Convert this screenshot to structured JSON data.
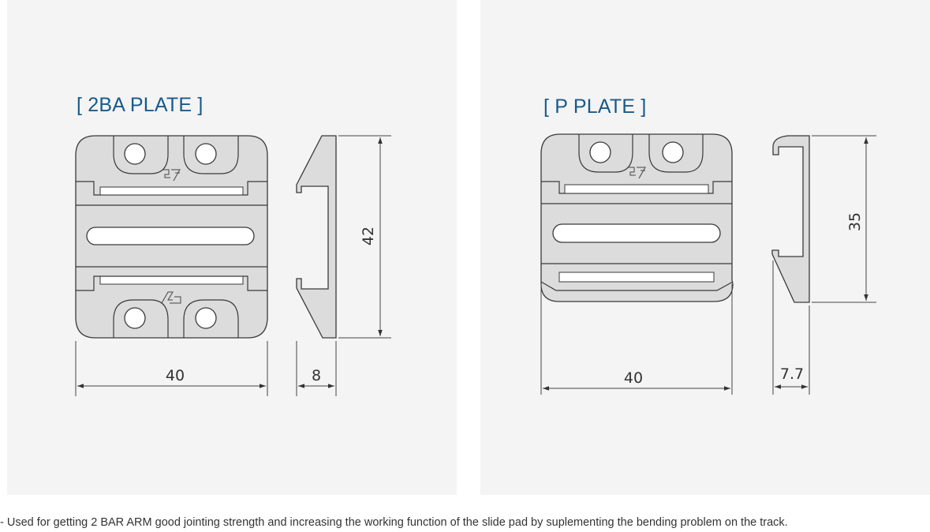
{
  "plates": [
    {
      "title": "[ 2BA PLATE ]",
      "dimensions": {
        "width": "40",
        "height": "42",
        "thickness": "8"
      }
    },
    {
      "title": "[ P PLATE ]",
      "dimensions": {
        "width": "40",
        "height": "35",
        "thickness": "7.7"
      }
    }
  ],
  "colors": {
    "title": "#175a8c",
    "panel_background": "#f4f4f4",
    "part_fill": "#dcdcdc",
    "outline": "#3a3a3a"
  },
  "icons": [
    "brand-logo-icon",
    "brand-logo-alt-icon"
  ],
  "footnote": "- Used for getting 2 BAR ARM good jointing strength and increasing the working function of the slide pad by suplementing the bending problem on the track."
}
